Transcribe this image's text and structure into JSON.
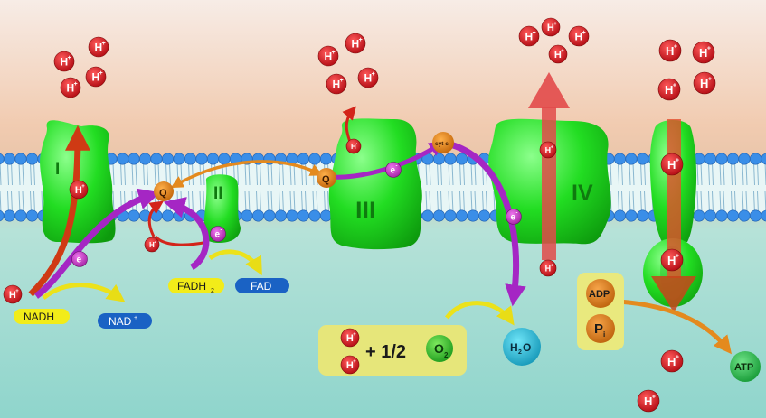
{
  "diagram": {
    "complexes": {
      "c1": "I",
      "c2": "II",
      "c3": "III",
      "c4": "IV"
    },
    "carriers": {
      "q": "Q",
      "cytc": "cyt c"
    },
    "labels": {
      "nadh": "NADH",
      "nad_plus": "NAD",
      "nad_sup": "+",
      "fadh2": "FADH",
      "fadh2_sub": "2",
      "fad": "FAD",
      "adp": "ADP",
      "pi": "P",
      "pi_sub": "i",
      "atp": "ATP",
      "h2o": "H",
      "h2o_sub": "2",
      "h2o_o": "O",
      "plus_half": "+ 1/2",
      "o2": "O",
      "o2_sub": "2"
    },
    "symbols": {
      "proton": "H",
      "proton_sup": "+",
      "electron": "e",
      "electron_sup": "-"
    },
    "colors": {
      "background_top": "#f1cbb0",
      "background_bottom": "#a7dfd6",
      "membrane_head": "#3a8ee8",
      "complex": "#1ed61e",
      "proton": "#d2141c",
      "electron": "#cc33cc",
      "quinone": "#e57f10",
      "nadh_pill": "#f2ec19",
      "nad_pill": "#1a62c4",
      "product_box": "#e9e87c",
      "h2o_ball": "#1eb9d6",
      "atp_ball": "#22bb44"
    }
  }
}
